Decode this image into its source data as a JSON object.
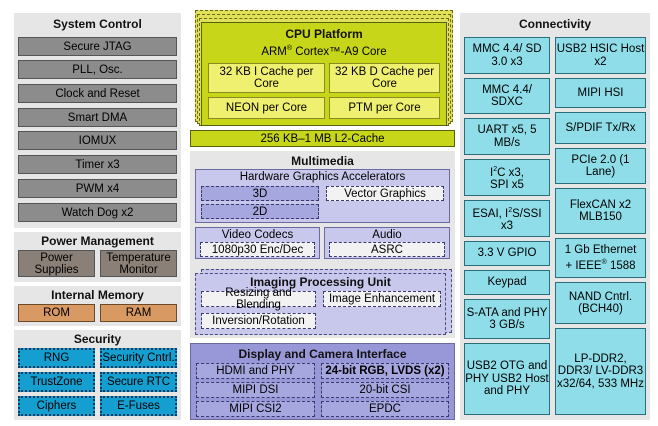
{
  "system_control": {
    "title": "System Control",
    "items": [
      "Secure JTAG",
      "PLL, Osc.",
      "Clock and Reset",
      "Smart DMA",
      "IOMUX",
      "Timer x3",
      "PWM x4",
      "Watch Dog x2"
    ]
  },
  "power_management": {
    "title": "Power Management",
    "items": [
      "Power Supplies",
      "Temperature Monitor"
    ]
  },
  "internal_memory": {
    "title": "Internal Memory",
    "items": [
      "ROM",
      "RAM"
    ]
  },
  "security": {
    "title": "Security",
    "items": [
      "RNG",
      "Security Cntrl.",
      "TrustZone",
      "Secure RTC",
      "Ciphers",
      "E-Fuses"
    ]
  },
  "cpu_platform": {
    "title": "CPU Platform",
    "core_prefix": "ARM",
    "core_mark": "®",
    "core_suffix": " Cortex™-A9 Core",
    "icache": "32 KB I Cache per Core",
    "dcache": "32 KB D Cache per Core",
    "neon": "NEON per Core",
    "ptm": "PTM per Core",
    "l2": "256 KB–1 MB L2-Cache"
  },
  "multimedia": {
    "title": "Multimedia",
    "gfx_title": "Hardware Graphics Accelerators",
    "gfx_3d": "3D",
    "gfx_2d": "2D",
    "gfx_vector": "Vector Graphics",
    "video_title": "Video Codecs",
    "video_item": "1080p30 Enc/Dec",
    "audio_title": "Audio",
    "audio_item": "ASRC",
    "ipu_title": "Imaging Processing Unit",
    "ipu_resize": "Resizing and Blending",
    "ipu_enhance": "Image Enhancement",
    "ipu_rotate": "Inversion/Rotation"
  },
  "display": {
    "title": "Display and Camera Interface",
    "items": [
      "HDMI and PHY",
      "24-bit RGB, LVDS (x2)",
      "MIPI DSI",
      "20-bit CSI",
      "MIPI CSI2",
      "EPDC"
    ]
  },
  "connectivity": {
    "title": "Connectivity",
    "mmc1": "MMC 4.4/ SD 3.0 x3",
    "usb_hsic": "USB2 HSIC Host x2",
    "mmc2": "MMC 4.4/ SDXC",
    "mipi_hsi": "MIPI HSI",
    "uart": "UART x5, 5 MB/s",
    "spdif": "S/PDIF Tx/Rx",
    "i2c_a": "I",
    "i2c_sup": "2",
    "i2c_b": "C x3,",
    "spi": "SPI x5",
    "pcie": "PCIe 2.0 (1 Lane)",
    "esai_a": "ESAI, I",
    "esai_sup": "2",
    "esai_b": "S/SSI",
    "esai_c": "x3",
    "flexcan": "FlexCAN x2 MLB150",
    "gpio": "3.3 V GPIO",
    "eth_a": "1 Gb Ethernet",
    "eth_b": "+ IEEE",
    "eth_sup": "®",
    "eth_c": " 1588",
    "keypad": "Keypad",
    "nand": "NAND Cntrl. (BCH40)",
    "sata": "S-ATA and PHY 3 GB/s",
    "usb_otg": "USB2 OTG and PHY USB2 Host and PHY",
    "lpddr": "LP-DDR2, DDR3/ LV-DDR3 x32/64, 533 MHz"
  }
}
